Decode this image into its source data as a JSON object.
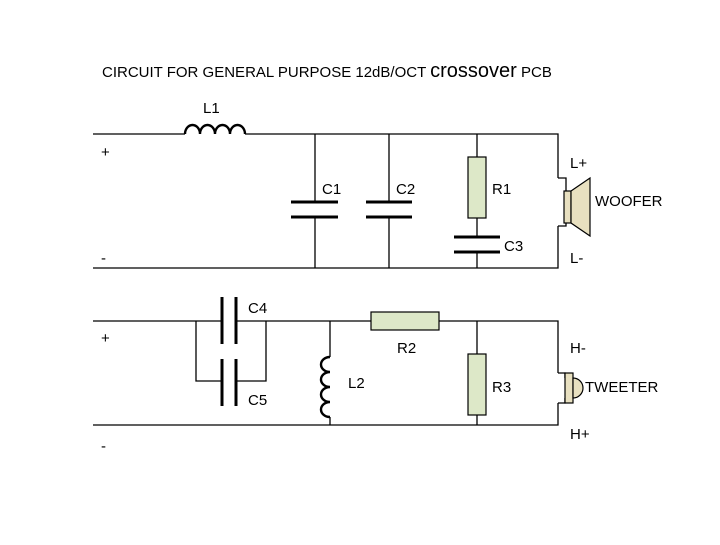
{
  "title": {
    "prefix": "CIRCUIT  FOR GENERAL PURPOSE 12dB/OCT ",
    "emphasis": "crossover",
    "suffix": " PCB"
  },
  "woofer_section": {
    "plus_terminal": "+",
    "minus_terminal": "-",
    "inductor": "L1",
    "cap_1": "C1",
    "cap_2": "C2",
    "resistor": "R1",
    "cap_3": "C3",
    "speaker_plus": "L+",
    "speaker_minus": "L-",
    "speaker_name": "WOOFER"
  },
  "tweeter_section": {
    "plus_terminal": "+",
    "minus_terminal": "-",
    "cap_4": "C4",
    "cap_5": "C5",
    "inductor": "L2",
    "resistor_series": "R2",
    "resistor_shunt": "R3",
    "speaker_minus": "H-",
    "speaker_plus": "H+",
    "speaker_name": "TWEETER"
  },
  "colors": {
    "resistor_fill": "#dde8c8",
    "speaker_fill": "#e8e0c0",
    "line": "#000000"
  }
}
